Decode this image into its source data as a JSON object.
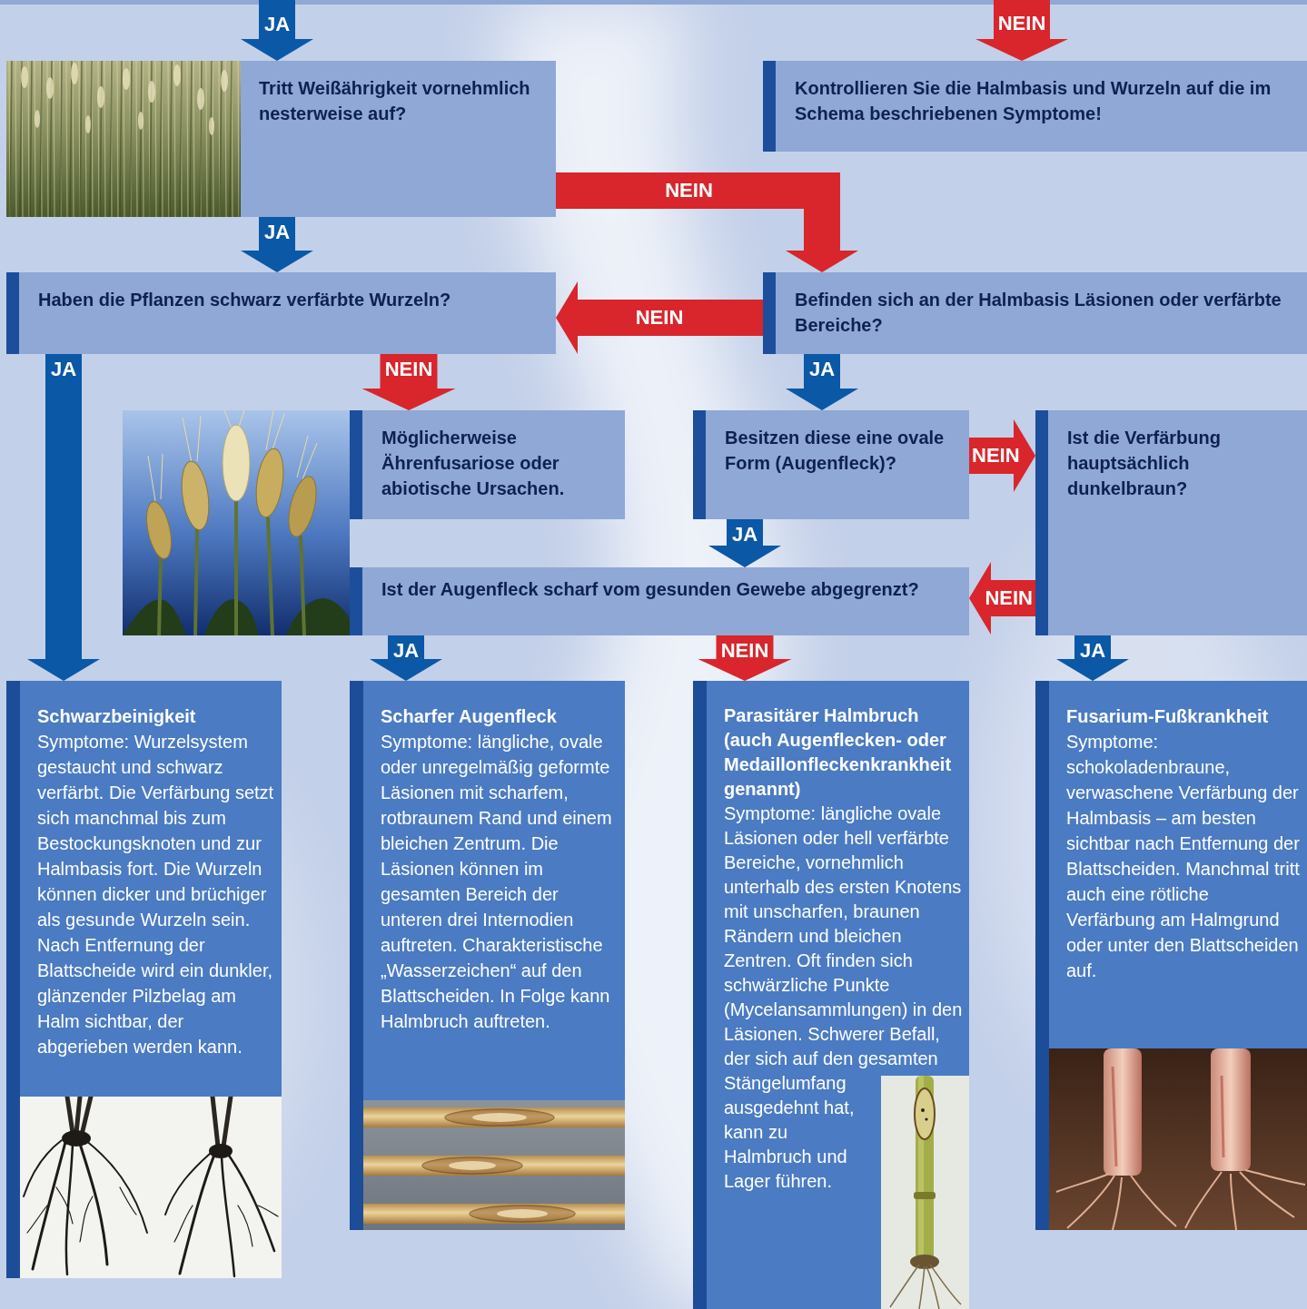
{
  "diagram": {
    "nodes": [
      {
        "text": [
          "Tritt Weißährigkeit vornehmlich nesterweise auf?"
        ]
      },
      {
        "text": [
          "Kontrollieren Sie die Halmbasis und Wurzeln auf die im Schema beschriebenen Symptome!"
        ]
      },
      {
        "text": [
          "Haben die Pflanzen schwarz verfärbte Wurzeln?"
        ]
      },
      {
        "text": [
          "Befinden sich an der Halmbasis Läsionen oder verfärbte Bereiche?"
        ]
      },
      {
        "text": [
          "Möglicherweise Ährenfusariose oder abiotische Ursachen."
        ]
      },
      {
        "text": [
          "Besitzen diese eine ovale Form (Augenfleck)?"
        ]
      },
      {
        "text": [
          "Ist die Verfärbung hauptsächlich dunkelbraun?"
        ]
      },
      {
        "text": [
          "Ist der Augenfleck scharf vom gesunden Gewebe abgegrenzt?"
        ]
      },
      {
        "text": [
          "Schwarzbeinigkeit",
          "Symptome: Wurzelsystem gestaucht und schwarz verfärbt. Die Verfärbung setzt sich manchmal bis zum Bestockungsknoten und zur Halmbasis fort. Die Wurzeln können dicker und brüchiger als gesunde Wurzeln sein. Nach Entfernung der Blattscheide wird ein dunkler, glänzender Pilzbelag am Halm sichtbar, der abgerieben werden kann."
        ]
      },
      {
        "text": [
          "Scharfer Augenfleck",
          "Symptome: längliche, ovale oder unregelmäßig geformte Läsionen mit scharfem, rotbraunem Rand und einem bleichen Zentrum. Die Läsionen können im gesamten Bereich der unteren drei Internodien auftreten. Charakteristische „Wasserzeichen“ auf den Blattscheiden. In Folge kann Halmbruch auftreten."
        ]
      },
      {
        "text": [
          "Parasitärer Halmbruch (auch Augenflecken- oder Medaillonfleckenkrankheit genannt)",
          "Symptome: längliche ovale Läsionen oder hell verfärbte Bereiche, vornehmlich unterhalb des ersten Knotens mit unscharfen, braunen Rändern und bleichen Zentren. Oft finden sich schwärzliche Punkte (Mycelansammlungen) in den Läsionen. Schwerer Befall, der sich auf den gesamten Stängelumfang ausgedehnt hat, kann zu Halmbruch und Lager führen."
        ]
      },
      {
        "text": [
          "Fusarium-Fußkrankheit",
          "Symptome: schokoladenbraune, verwaschene Verfärbung der Halmbasis – am besten sichtbar nach Entfernung der Blattscheiden. Manchmal tritt auch eine rötliche Verfärbung am Halmgrund oder unter den Blattscheiden auf."
        ]
      }
    ],
    "edges": [
      {
        "from": 0,
        "to": 2,
        "label": "JA",
        "arrow": "to"
      },
      {
        "from": 0,
        "to": 3,
        "label": "NEIN",
        "arrow": "to"
      },
      {
        "from": 3,
        "to": 2,
        "label": "NEIN",
        "arrow": "to"
      },
      {
        "from": 2,
        "to": 8,
        "label": "JA",
        "arrow": "to"
      },
      {
        "from": 2,
        "to": 4,
        "label": "NEIN",
        "arrow": "to"
      },
      {
        "from": 3,
        "to": 5,
        "label": "JA",
        "arrow": "to"
      },
      {
        "from": 5,
        "to": 6,
        "label": "NEIN",
        "arrow": "to"
      },
      {
        "from": 5,
        "to": 7,
        "label": "JA",
        "arrow": "to"
      },
      {
        "from": 6,
        "to": 7,
        "label": "NEIN",
        "arrow": "to"
      },
      {
        "from": 6,
        "to": 11,
        "label": "JA",
        "arrow": "to"
      },
      {
        "from": 7,
        "to": 9,
        "label": "JA",
        "arrow": "to"
      },
      {
        "from": 7,
        "to": 10,
        "label": "NEIN",
        "arrow": "to"
      }
    ],
    "labels": [
      "JA",
      "NEIN"
    ]
  }
}
